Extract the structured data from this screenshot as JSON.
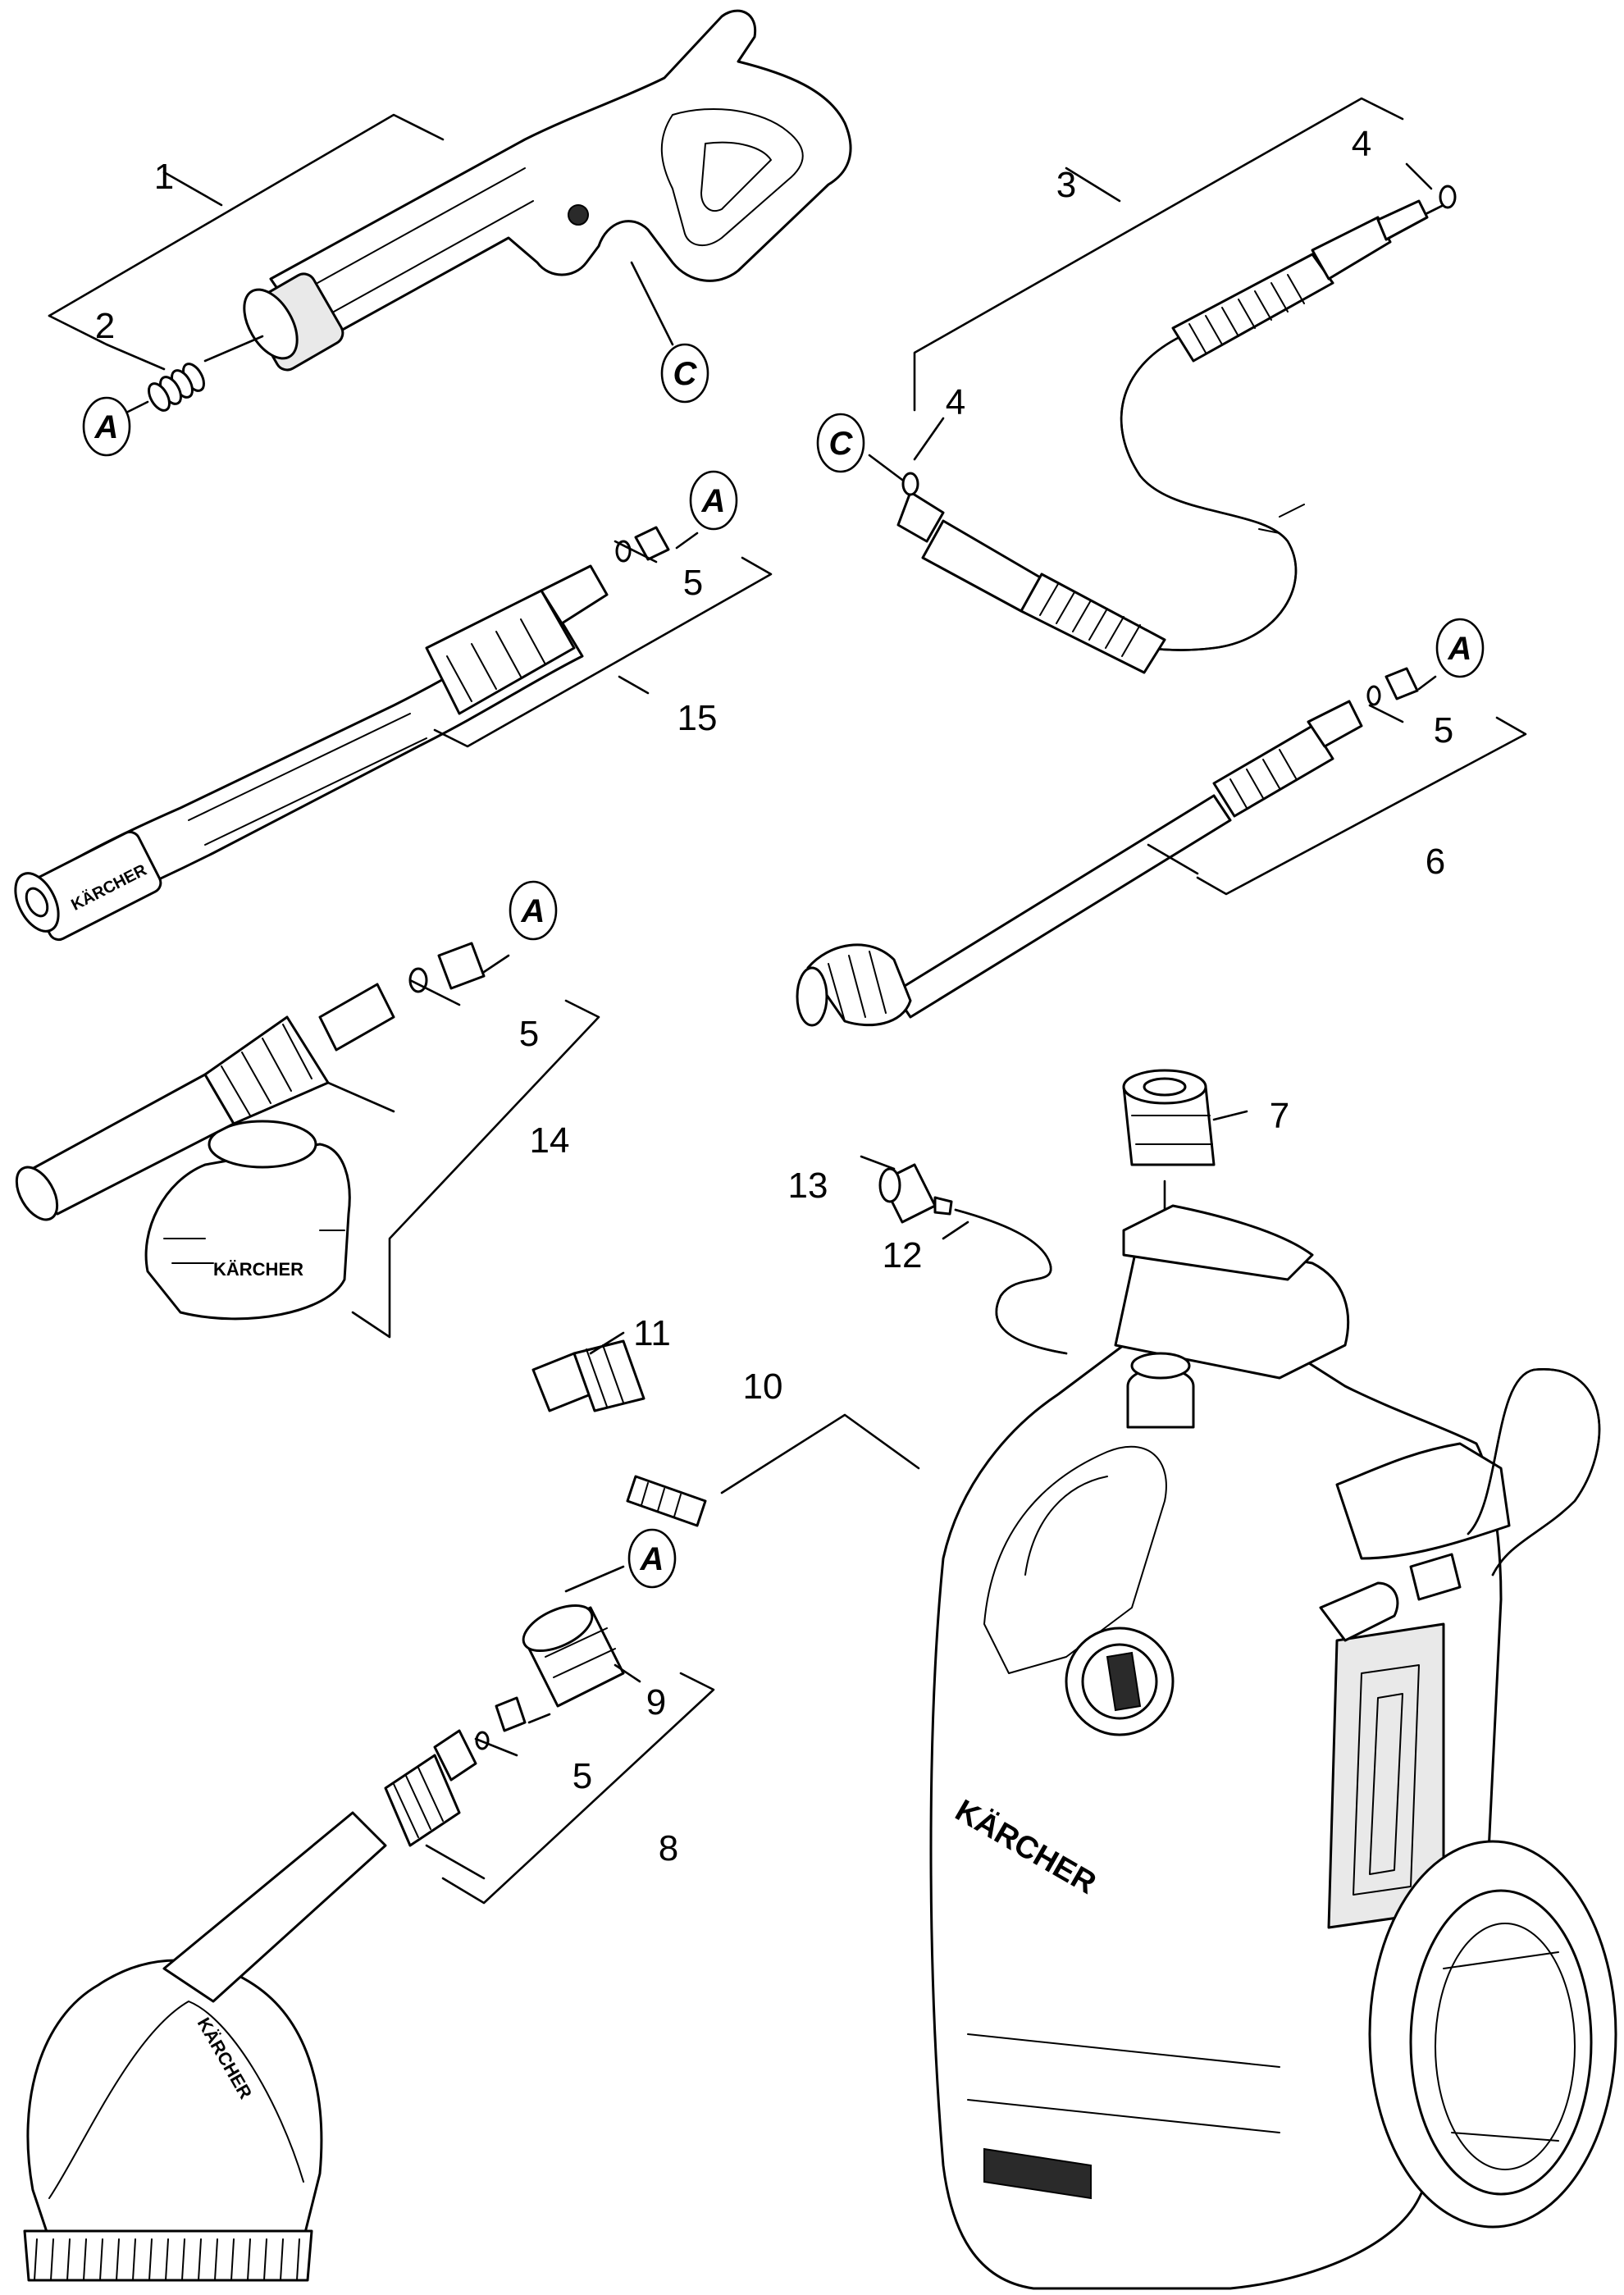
{
  "parts": [
    {
      "id": "1",
      "label": "1"
    },
    {
      "id": "2",
      "label": "2"
    },
    {
      "id": "3",
      "label": "3"
    },
    {
      "id": "4a",
      "label": "4"
    },
    {
      "id": "4b",
      "label": "4"
    },
    {
      "id": "5a",
      "label": "5"
    },
    {
      "id": "5b",
      "label": "5"
    },
    {
      "id": "5c",
      "label": "5"
    },
    {
      "id": "5d",
      "label": "5"
    },
    {
      "id": "6",
      "label": "6"
    },
    {
      "id": "7",
      "label": "7"
    },
    {
      "id": "8",
      "label": "8"
    },
    {
      "id": "9",
      "label": "9"
    },
    {
      "id": "10",
      "label": "10"
    },
    {
      "id": "11",
      "label": "11"
    },
    {
      "id": "12",
      "label": "12"
    },
    {
      "id": "13",
      "label": "13"
    },
    {
      "id": "14",
      "label": "14"
    },
    {
      "id": "15",
      "label": "15"
    }
  ],
  "refs": {
    "a": "A",
    "c": "C"
  },
  "brand": "KÄRCHER"
}
